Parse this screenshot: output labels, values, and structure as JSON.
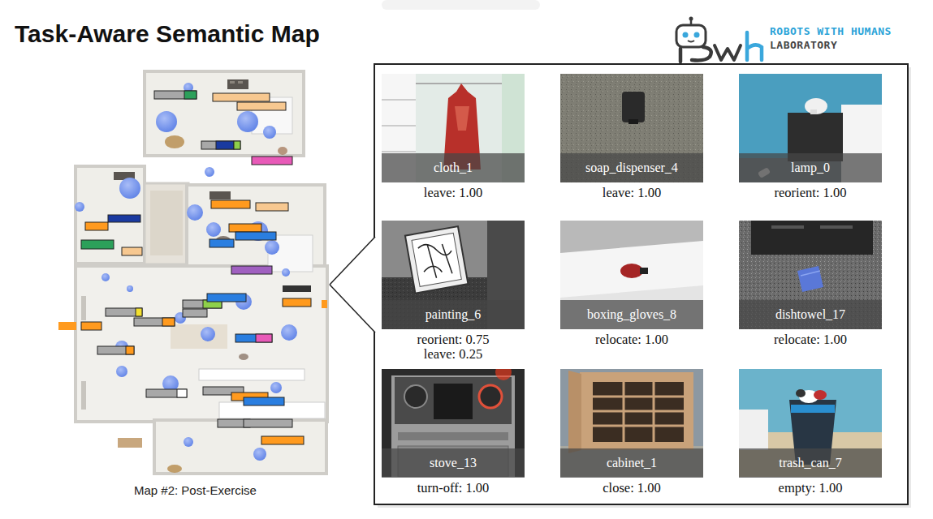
{
  "diagram": {
    "title": "Task-Aware Semantic Map",
    "caption": "Map #2: Post-Exercise",
    "nodes": [
      {
        "text": [
          "cloth_1",
          "leave: 1.00"
        ]
      },
      {
        "text": [
          "soap_dispenser_4",
          "leave: 1.00"
        ]
      },
      {
        "text": [
          "lamp_0",
          "reorient: 1.00"
        ]
      },
      {
        "text": [
          "painting_6",
          "reorient: 0.75",
          "leave: 0.25"
        ]
      },
      {
        "text": [
          "boxing_gloves_8",
          "relocate: 1.00"
        ]
      },
      {
        "text": [
          "dishtowel_17",
          "relocate: 1.00"
        ]
      },
      {
        "text": [
          "stove_13",
          "turn-off: 1.00"
        ]
      },
      {
        "text": [
          "cabinet_1",
          "close: 1.00"
        ]
      },
      {
        "text": [
          "trash_can_7",
          "empty: 1.00"
        ]
      }
    ],
    "labels": [
      "ROBOTS WITH HUMANS",
      "LABORATORY"
    ]
  }
}
